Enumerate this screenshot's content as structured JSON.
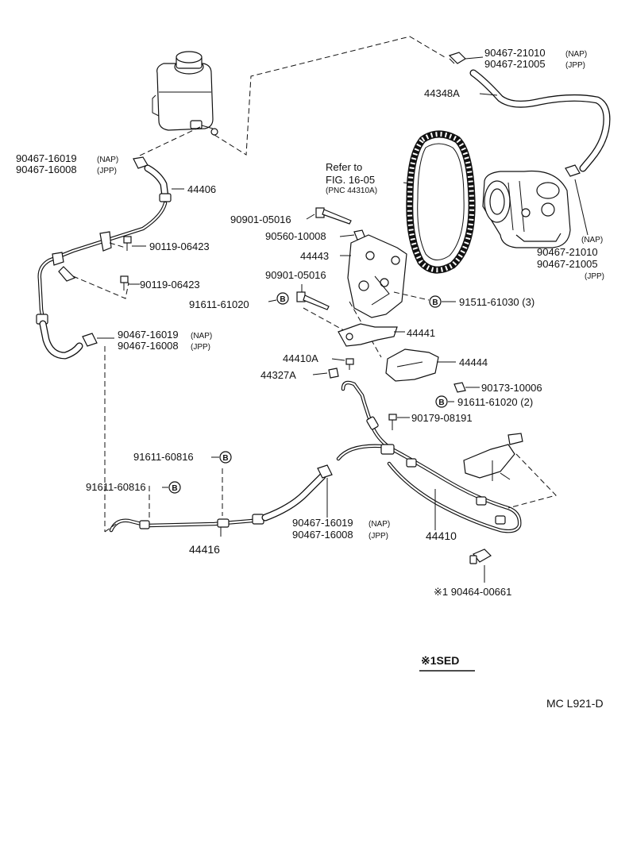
{
  "labels": {
    "clamp_top_right_a": "90467-21010",
    "clamp_top_right_a_note": "(NAP)",
    "clamp_top_right_b": "90467-21005",
    "clamp_top_right_b_note": "(JPP)",
    "hose_44348a": "44348A",
    "refer_line1": "Refer to",
    "refer_line2": "FIG. 16-05",
    "refer_line3": "(PNC 44310A)",
    "clamp_left_a": "90467-16019",
    "clamp_left_a_note": "(NAP)",
    "clamp_left_b": "90467-16008",
    "clamp_left_b_note": "(JPP)",
    "hose_44406": "44406",
    "bolt_90901_top": "90901-05016",
    "washer_90560": "90560-10008",
    "bolt_90119_a": "90119-06423",
    "bolt_90119_b": "90119-06423",
    "bracket_44443": "44443",
    "bolt_90901_mid": "90901-05016",
    "pump_note_nap": "(NAP)",
    "pump_clamp_a": "90467-21010",
    "pump_clamp_b": "90467-21005",
    "pump_note_jpp": "(JPP)",
    "bolt_91611_61020": "91611-61020",
    "bolt_91511_61030": "91511-61030 (3)",
    "clamp_left2_a": "90467-16019",
    "clamp_left2_a_note": "(NAP)",
    "clamp_left2_b": "90467-16008",
    "clamp_left2_b_note": "(JPP)",
    "bracket_44441": "44441",
    "bolt_44410a": "44410A",
    "bracket_44444": "44444",
    "union_44327a": "44327A",
    "nut_90173": "90173-10006",
    "bolt_91611_61020_2": "91611-61020 (2)",
    "bolt_90179": "90179-08191",
    "bolt_91611_60816_a": "91611-60816",
    "bolt_91611_60816_b": "91611-60816",
    "clamp_bottom_a": "90467-16019",
    "clamp_bottom_a_note": "(NAP)",
    "clamp_bottom_b": "90467-16008",
    "clamp_bottom_b_note": "(JPP)",
    "tube_44410": "44410",
    "hose_44416": "44416",
    "clamp_90464": "※1 90464-00661",
    "footnote": "※1SED",
    "figure_code": "MC  L921-D",
    "b_symbol": "B"
  }
}
